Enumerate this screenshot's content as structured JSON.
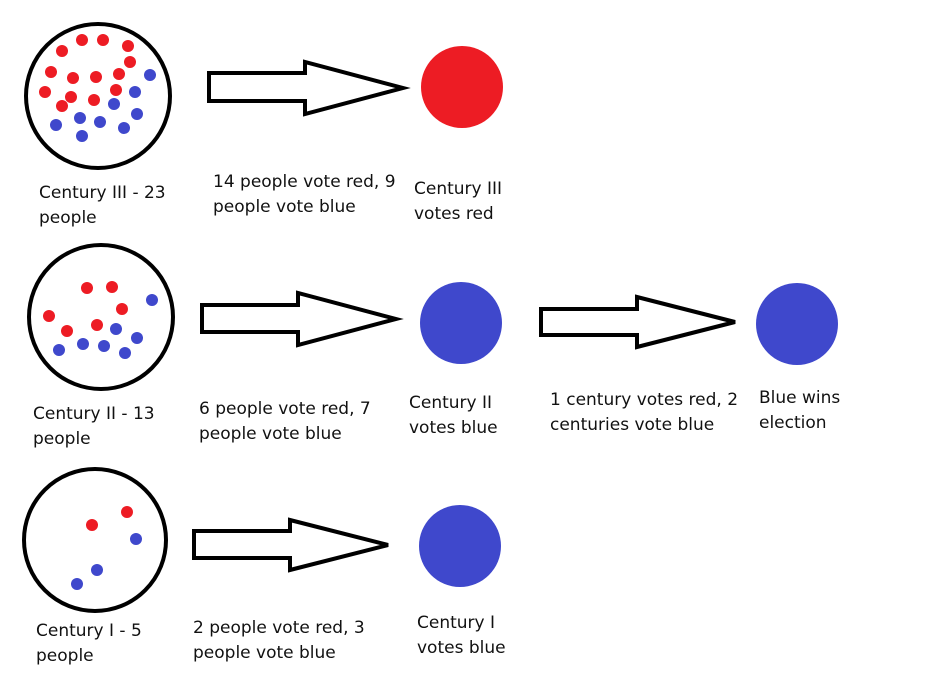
{
  "colors": {
    "red": "#ED1C24",
    "blue": "#3F48CC",
    "outline": "#000000",
    "background": "#FFFFFF"
  },
  "centuries": [
    {
      "id": "century-iii",
      "group_label": "Century III - 23\npeople",
      "vote_label": "14 people vote red, 9\npeople vote blue",
      "result_label": "Century III\nvotes red",
      "red_votes": 14,
      "blue_votes": 9,
      "result": "red"
    },
    {
      "id": "century-ii",
      "group_label": "Century II - 13\npeople",
      "vote_label": "6 people vote red, 7\npeople vote blue",
      "result_label": "Century II\nvotes blue",
      "red_votes": 6,
      "blue_votes": 7,
      "result": "blue"
    },
    {
      "id": "century-i",
      "group_label": "Century I - 5\npeople",
      "vote_label": "2 people vote red, 3\npeople vote blue",
      "result_label": "Century I\nvotes blue",
      "red_votes": 2,
      "blue_votes": 3,
      "result": "blue"
    }
  ],
  "final": {
    "tally_label": "1 century votes red, 2\ncenturies vote blue",
    "winner_label": "Blue wins\nelection",
    "red_centuries": 1,
    "blue_centuries": 2,
    "winner": "blue"
  }
}
